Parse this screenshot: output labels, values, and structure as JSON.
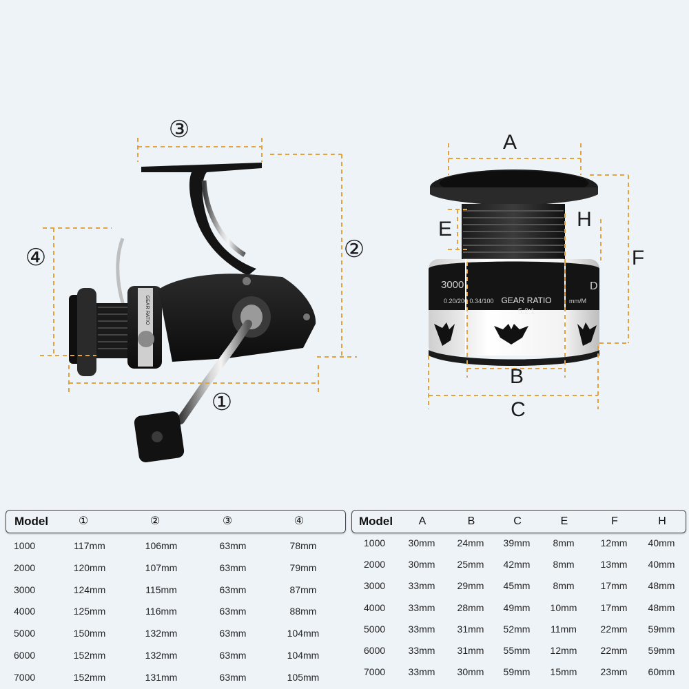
{
  "diagram": {
    "reel_labels": [
      "③",
      "②",
      "④",
      "①"
    ],
    "spool_labels": [
      "A",
      "E",
      "H",
      "F",
      "B",
      "C"
    ],
    "spool_print": {
      "gear_ratio_label": "GEAR RATIO",
      "gear_ratio_value": "5.2:1",
      "model_mark": "3000",
      "line_spec": "0.20/200 0.34/100",
      "side_mark": "mm/M",
      "side_letter": "D"
    },
    "reel_print": {
      "side_text": "GEAR RATIO"
    },
    "colors": {
      "dimension_line": "#e3a23a",
      "background": "#eef3f8"
    }
  },
  "left_table": {
    "headers": [
      "Model",
      "①",
      "②",
      "③",
      "④"
    ],
    "rows": [
      [
        "1000",
        "117mm",
        "106mm",
        "63mm",
        "78mm"
      ],
      [
        "2000",
        "120mm",
        "107mm",
        "63mm",
        "79mm"
      ],
      [
        "3000",
        "124mm",
        "115mm",
        "63mm",
        "87mm"
      ],
      [
        "4000",
        "125mm",
        "116mm",
        "63mm",
        "88mm"
      ],
      [
        "5000",
        "150mm",
        "132mm",
        "63mm",
        "104mm"
      ],
      [
        "6000",
        "152mm",
        "132mm",
        "63mm",
        "104mm"
      ],
      [
        "7000",
        "152mm",
        "131mm",
        "63mm",
        "105mm"
      ]
    ]
  },
  "right_table": {
    "headers": [
      "Model",
      "A",
      "B",
      "C",
      "E",
      "F",
      "H"
    ],
    "rows": [
      [
        "1000",
        "30mm",
        "24mm",
        "39mm",
        "8mm",
        "12mm",
        "40mm"
      ],
      [
        "2000",
        "30mm",
        "25mm",
        "42mm",
        "8mm",
        "13mm",
        "40mm"
      ],
      [
        "3000",
        "33mm",
        "29mm",
        "45mm",
        "8mm",
        "17mm",
        "48mm"
      ],
      [
        "4000",
        "33mm",
        "28mm",
        "49mm",
        "10mm",
        "17mm",
        "48mm"
      ],
      [
        "5000",
        "33mm",
        "31mm",
        "52mm",
        "11mm",
        "22mm",
        "59mm"
      ],
      [
        "6000",
        "33mm",
        "31mm",
        "55mm",
        "12mm",
        "22mm",
        "59mm"
      ],
      [
        "7000",
        "33mm",
        "30mm",
        "59mm",
        "15mm",
        "23mm",
        "60mm"
      ]
    ]
  }
}
